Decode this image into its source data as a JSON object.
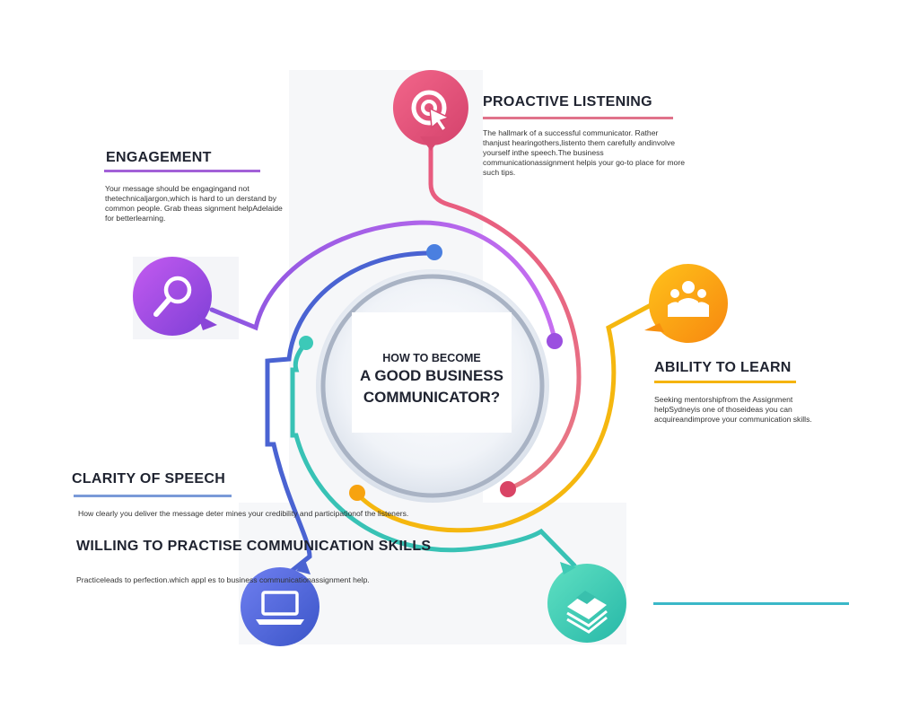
{
  "center": {
    "line1": "HOW TO BECOME",
    "line2": "A GOOD BUSINESS",
    "line3": "COMMUNICATOR?"
  },
  "sections": {
    "proactive_listening": {
      "title": "PROACTIVE  LISTENING",
      "text": "The hallmark of a successful communicator. Rather thanjust hearingothers,listento them carefully andinvolve yourself inthe speech.The business communicationassignment helpis your go-to place for more such tips.",
      "icon": "target-click-icon",
      "color": "#e8577e"
    },
    "engagement": {
      "title": "ENGAGEMENT",
      "text": "Your message should be engagingand not thetechnicaljargon,which is hard to un derstand by common people. Grab theas signment helpAdelaide for betterlearning.",
      "icon": "magnifier-icon",
      "color": "#9b4fe0"
    },
    "ability_to_learn": {
      "title": "ABILITY TO LEARN",
      "text": "Seeking mentorshipfrom the Assignment helpSydneyis one of thoseideas you can acquireandimprove your communication skills.",
      "icon": "group-icon",
      "color": "#f7a310"
    },
    "clarity_of_speech": {
      "title": "CLARITY  OF SPEECH",
      "text": "How clearly you deliver the message deter mines your credibility and participationof the listeners.",
      "color": "#6d8fd6"
    },
    "willing_to_practise": {
      "title": "WILLING TO PRACTISE COMMUNICATION SKILLS",
      "text": "Practiceleads to perfection.which appl es to business communicationassignment help.",
      "icon": "laptop-icon",
      "color": "#4a63d2"
    },
    "books": {
      "icon": "books-icon",
      "color": "#3fd1b8"
    }
  }
}
